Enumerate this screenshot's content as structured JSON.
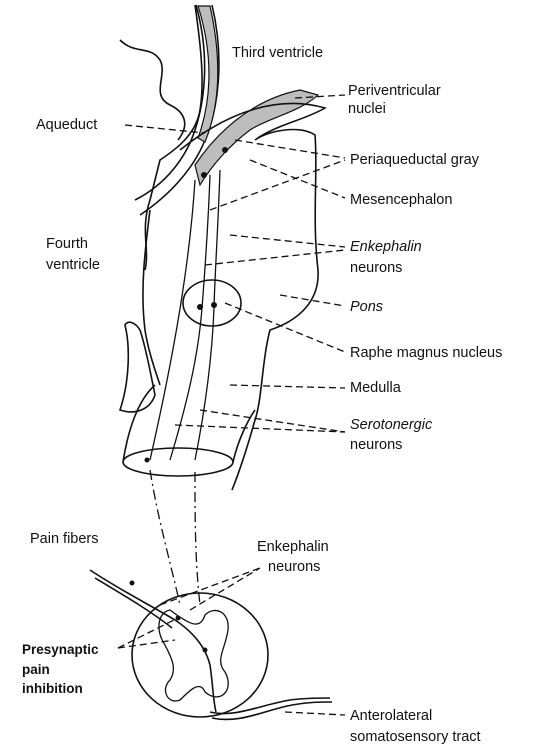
{
  "labels": {
    "third_ventricle": "Third ventricle",
    "periventricular_1": "Periventricular",
    "periventricular_2": "nuclei",
    "aqueduct": "Aqueduct",
    "periaqueductal_gray": "Periaqueductal gray",
    "mesencephalon": "Mesencephalon",
    "fourth_ventricle_1": "Fourth",
    "fourth_ventricle_2": "ventricle",
    "enkephalin_neurons_upper_1": "Enkephalin",
    "enkephalin_neurons_upper_2": "neurons",
    "pons": "Pons",
    "raphe_magnus": "Raphe magnus nucleus",
    "medulla": "Medulla",
    "serotonergic_1": "Serotonergic",
    "serotonergic_2": "neurons",
    "pain_fibers": "Pain fibers",
    "enkephalin_neurons_lower_1": "Enkephalin",
    "enkephalin_neurons_lower_2": "neurons",
    "presynaptic_1": "Presynaptic",
    "presynaptic_2": "pain",
    "presynaptic_3": "inhibition",
    "anterolateral_1": "Anterolateral",
    "anterolateral_2": "somatosensory tract"
  }
}
